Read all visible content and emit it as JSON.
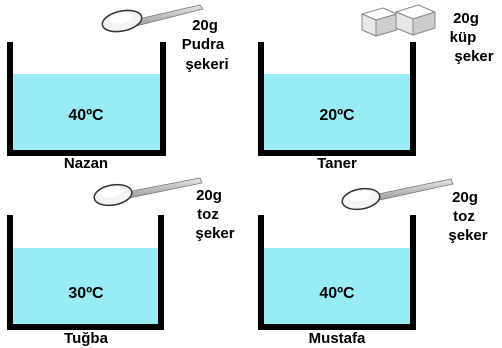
{
  "colors": {
    "water": "#99ecf4",
    "beaker_wall": "#000000",
    "spoon": "#b9b9b9",
    "sugar": "#ffffff"
  },
  "beakers": [
    {
      "name": "Nazan",
      "temperature": "40ºC",
      "sugar": {
        "type": "powdered",
        "icon": "spoon-icon",
        "lines": [
          "20g",
          "Pudra",
          "şekeri"
        ]
      }
    },
    {
      "name": "Taner",
      "temperature": "20ºC",
      "sugar": {
        "type": "cube",
        "icon": "sugar-cubes-icon",
        "lines": [
          "20g",
          "küp",
          "şeker"
        ]
      }
    },
    {
      "name": "Tuğba",
      "temperature": "30ºC",
      "sugar": {
        "type": "granulated",
        "icon": "spoon-icon",
        "lines": [
          "20g",
          "toz",
          "şeker"
        ]
      }
    },
    {
      "name": "Mustafa",
      "temperature": "40ºC",
      "sugar": {
        "type": "granulated",
        "icon": "spoon-icon",
        "lines": [
          "20g",
          "toz",
          "şeker"
        ]
      }
    }
  ]
}
